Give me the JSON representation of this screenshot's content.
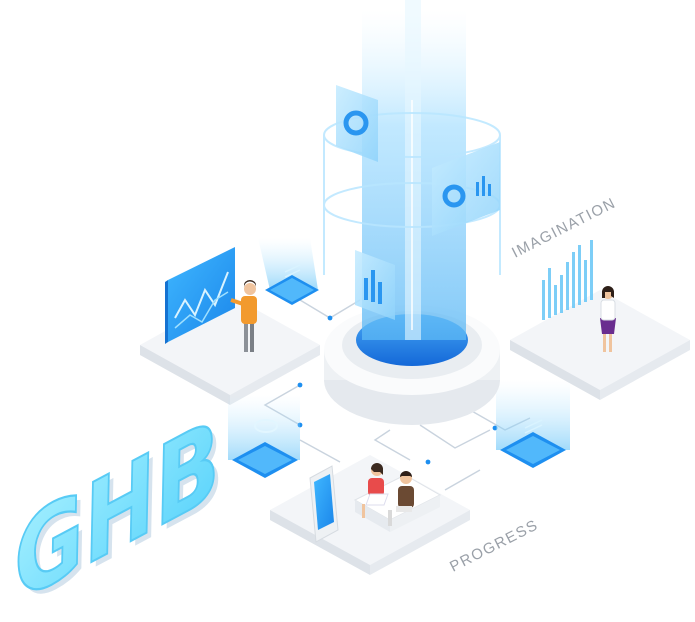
{
  "labels": {
    "imagination": "IMAGINATION",
    "progress": "PROGRESS"
  },
  "logo": {
    "text": "GHB"
  },
  "colors": {
    "accent": "#1e8ff0",
    "beam": "#7fd0ff",
    "tile": "#f3f5f8",
    "tile_side": "#dde2e8",
    "label": "#9aa0a8",
    "logo_fill": "#7ce4ff"
  }
}
